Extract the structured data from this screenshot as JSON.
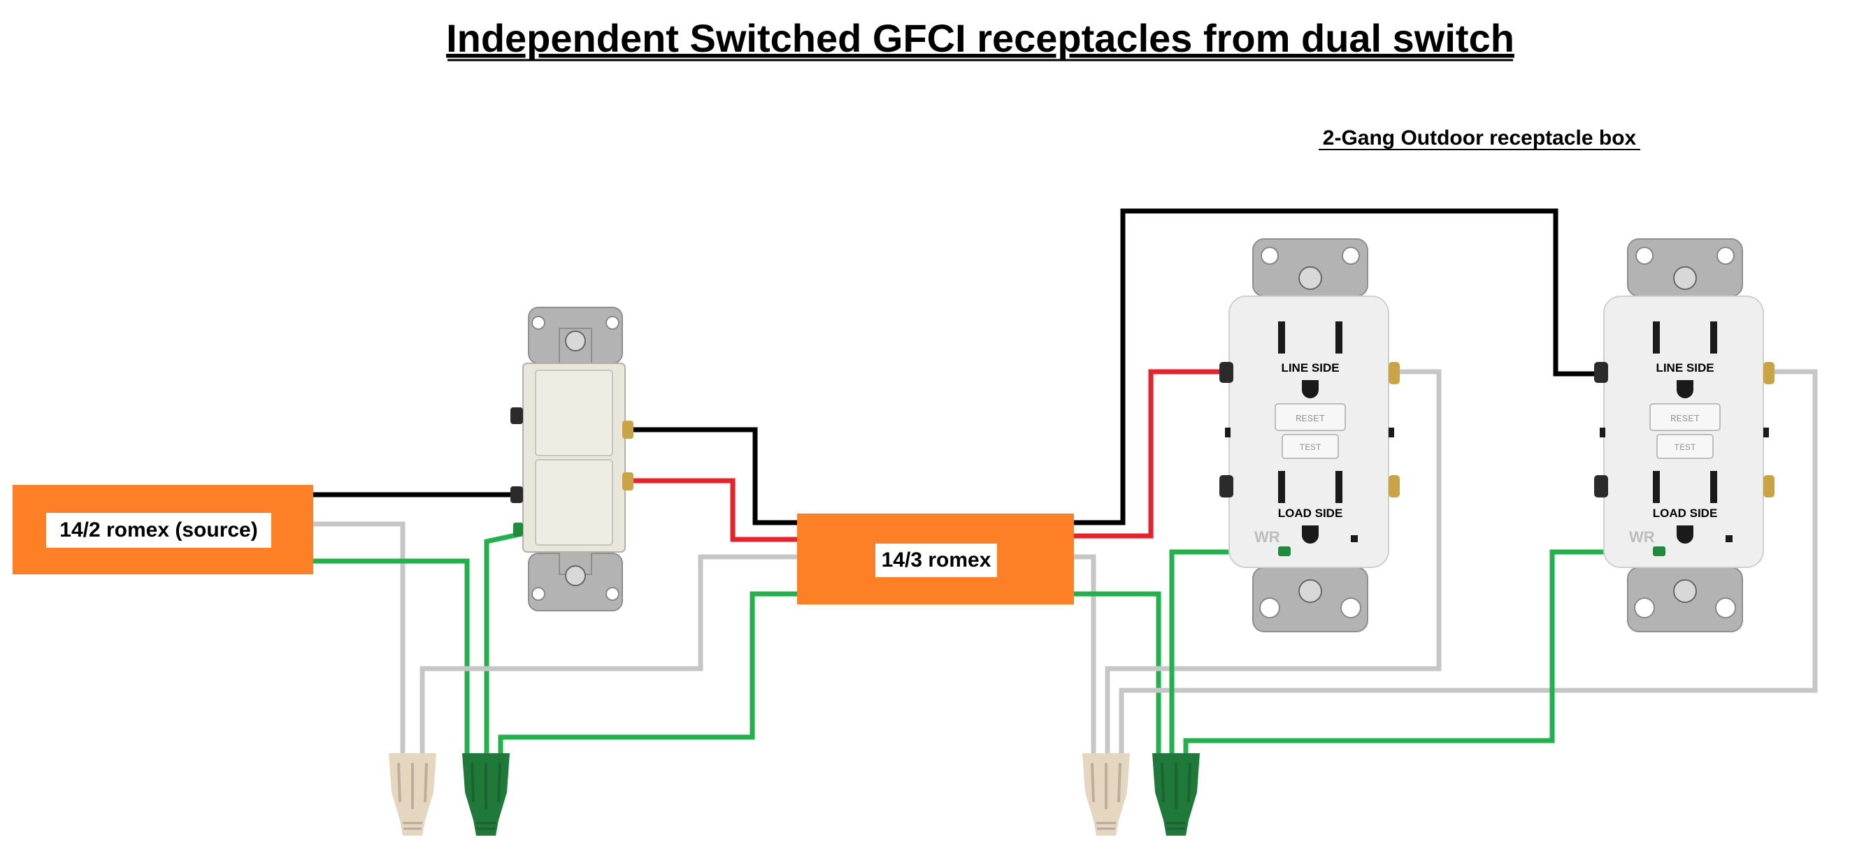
{
  "title": "Independent Switched GFCI receptacles from dual switch",
  "box_label": "2-Gang Outdoor receptacle box",
  "source_cable": {
    "label": "14/2 romex (source)"
  },
  "mid_cable": {
    "label": "14/3 romex"
  },
  "gfci_left": {
    "line_label": "LINE SIDE",
    "load_label": "LOAD SIDE",
    "reset_text": "RESET",
    "test_text": "TEST",
    "brand": "WR"
  },
  "gfci_right": {
    "line_label": "LINE SIDE",
    "load_label": "LOAD SIDE",
    "reset_text": "RESET",
    "test_text": "TEST",
    "brand": "WR"
  },
  "colors": {
    "romex_jacket": "#fd8027",
    "hot_black": "#000000",
    "hot_red": "#e8212a",
    "neutral_white": "#c6c6c6",
    "ground_green": "#21b24b",
    "wirenut_tan": "#e4d6bf",
    "wirenut_green": "#1f7a3a",
    "device_white": "#efefef",
    "strap_gray": "#a4a4a4"
  }
}
